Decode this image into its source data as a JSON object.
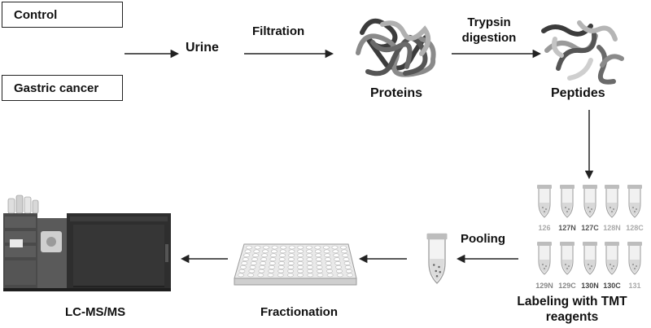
{
  "groups": {
    "control": "Control",
    "cancer": "Gastric cancer"
  },
  "steps": {
    "urine": "Urine",
    "filtration": "Filtration",
    "proteins": "Proteins",
    "trypsin_line1": "Trypsin",
    "trypsin_line2": "digestion",
    "peptides": "Peptides",
    "labeling_line1": "Labeling with TMT",
    "labeling_line2": "reagents",
    "pooling": "Pooling",
    "fractionation": "Fractionation",
    "lcms": "LC-MS/MS"
  },
  "tmt_row1": [
    "126",
    "127N",
    "127C",
    "128N",
    "128C"
  ],
  "tmt_row2": [
    "129N",
    "129C",
    "130N",
    "130C",
    "131"
  ],
  "colors": {
    "arrow": "#222222",
    "tube_light": "#c9c9c9",
    "tube_dark": "#7a7a7a",
    "instrument": "#3a3a3a"
  }
}
